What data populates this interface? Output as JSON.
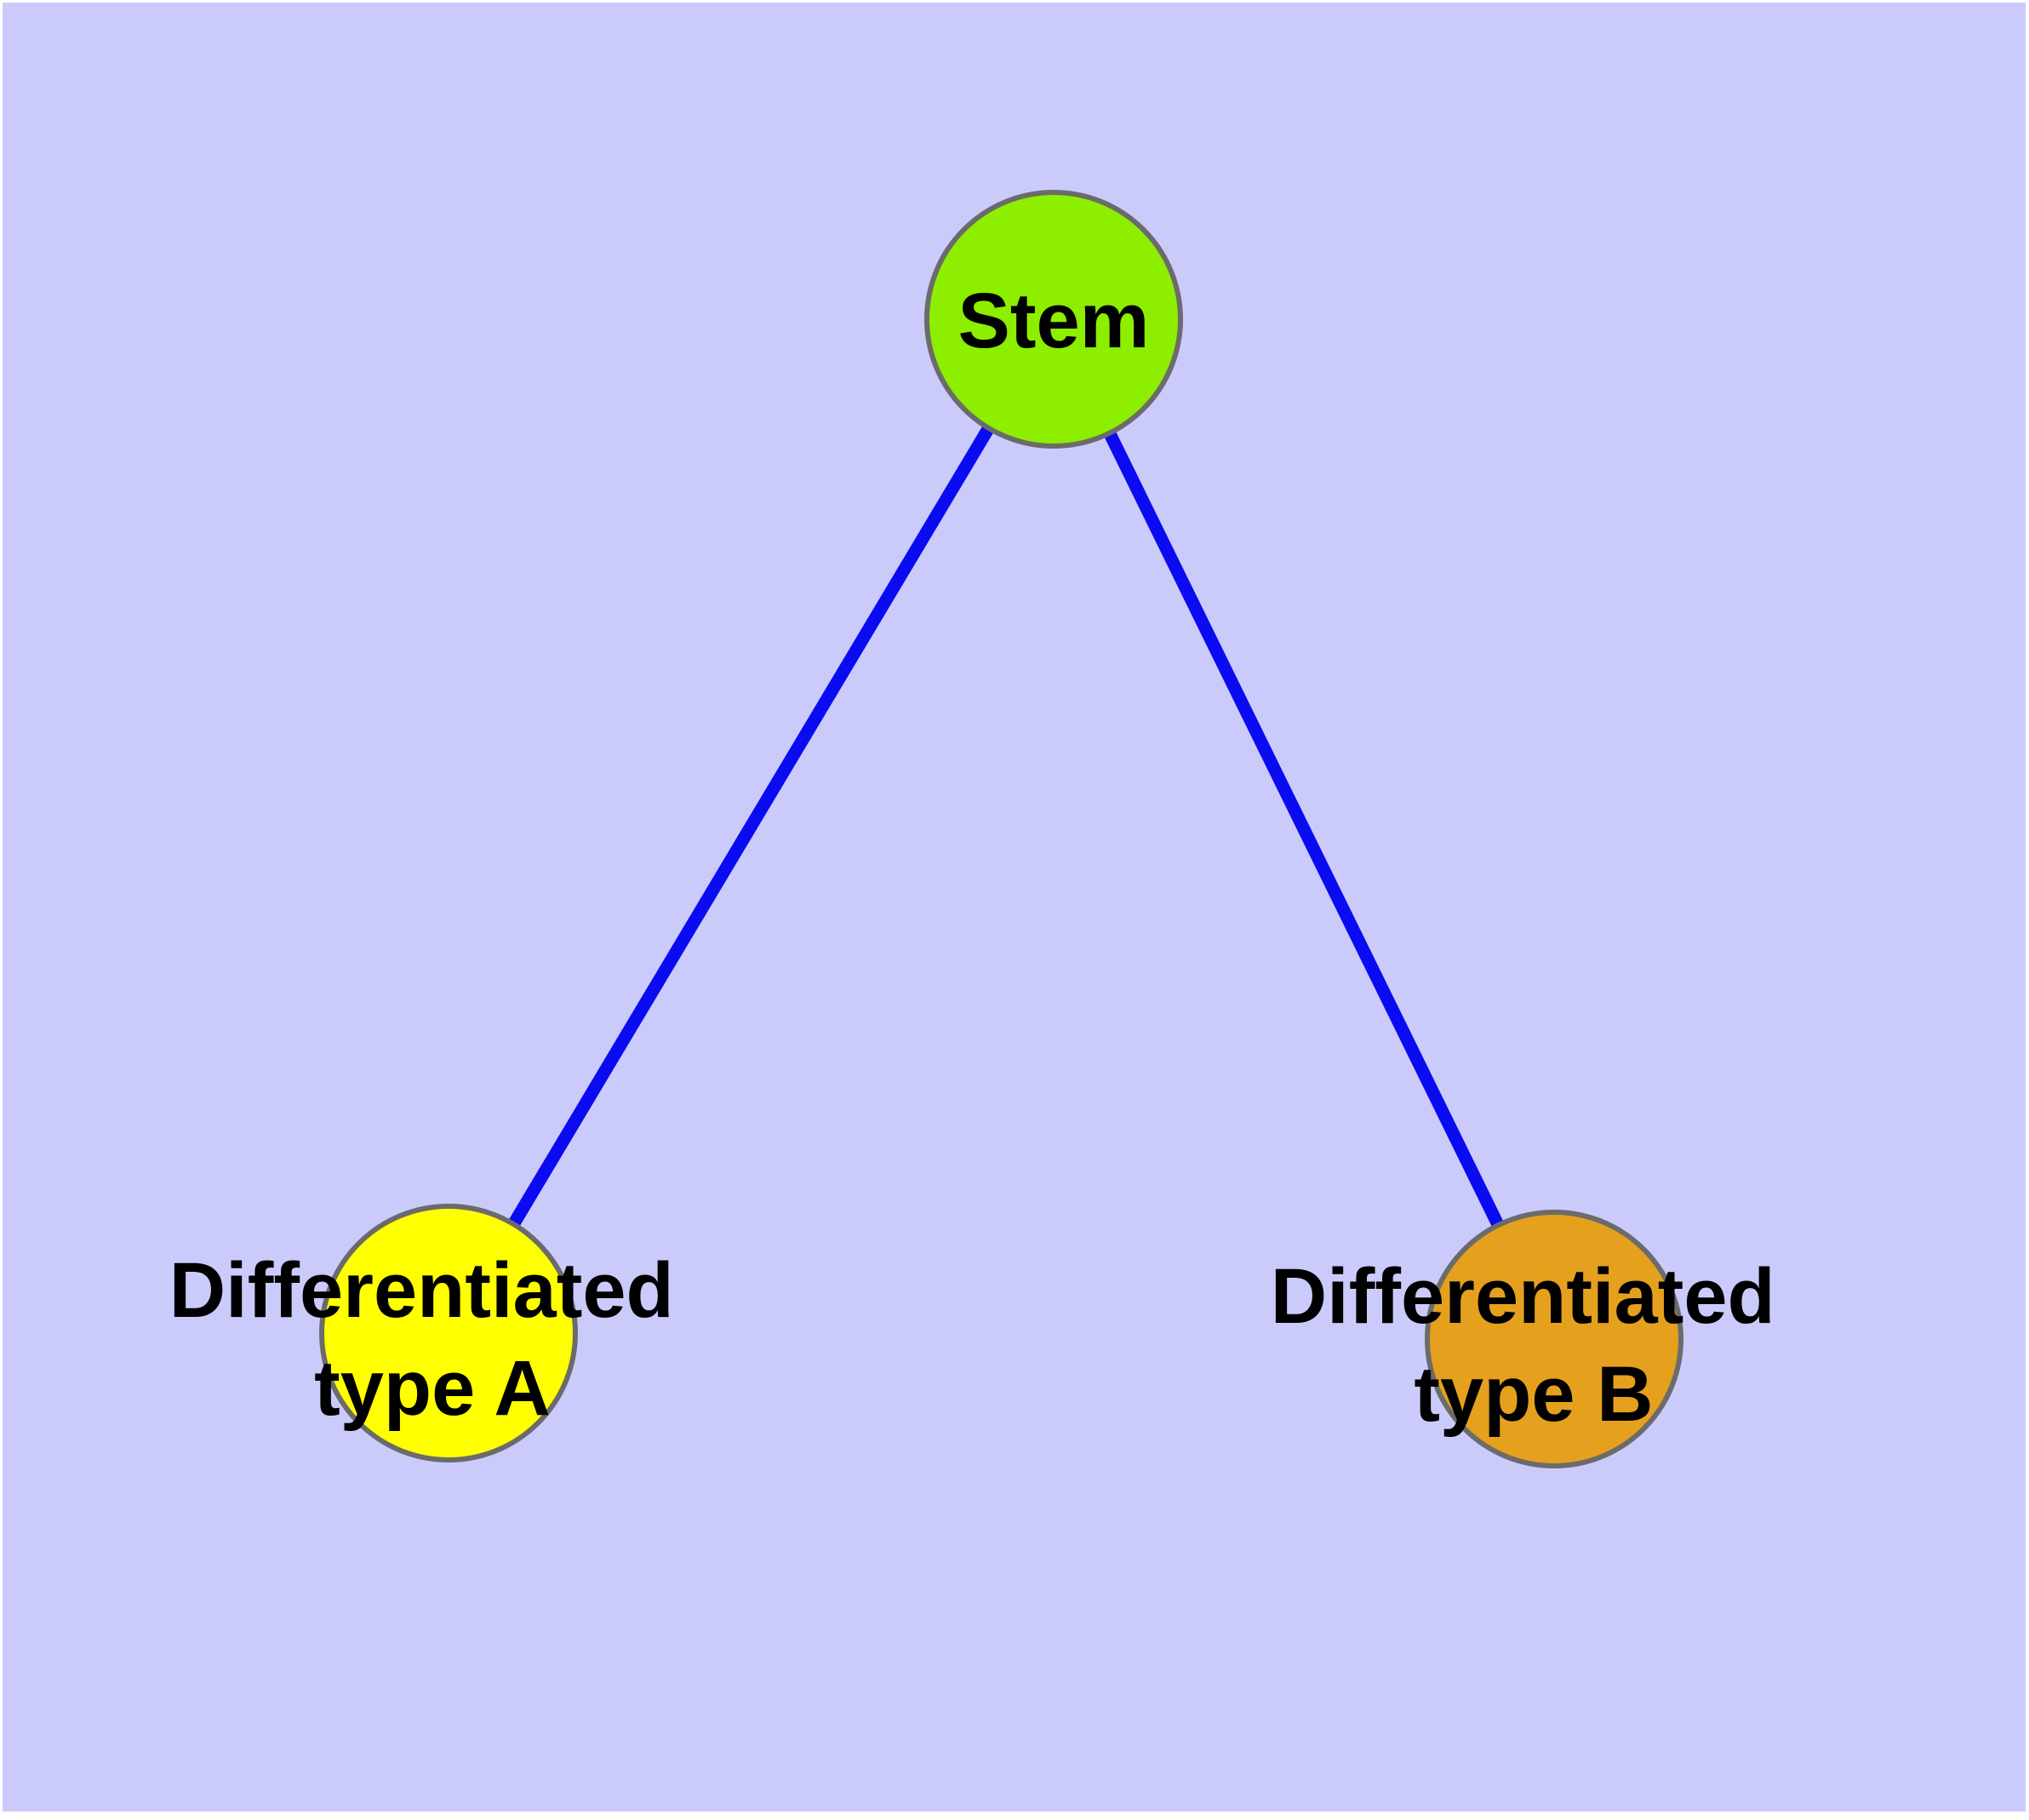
{
  "figure": {
    "title": "Stem cell differentiation graph",
    "background": "#CBCBFB",
    "frame": "#FFFFFF"
  },
  "colors": {
    "edge": "#0B0BF2",
    "node_border": "#6B6B6B",
    "label": "#000000"
  },
  "nodes": {
    "stem": {
      "label": "Stem",
      "fill": "#8DEE00"
    },
    "type_a": {
      "label_lines": [
        "Differentiated",
        "type A"
      ],
      "fill": "#FFFF00"
    },
    "type_b": {
      "label_lines": [
        "Differentiated",
        "type B"
      ],
      "fill": "#E5A11D"
    }
  },
  "edges": [
    {
      "from": "Stem",
      "to": "Differentiated type A"
    },
    {
      "from": "Stem",
      "to": "Differentiated type B"
    }
  ]
}
